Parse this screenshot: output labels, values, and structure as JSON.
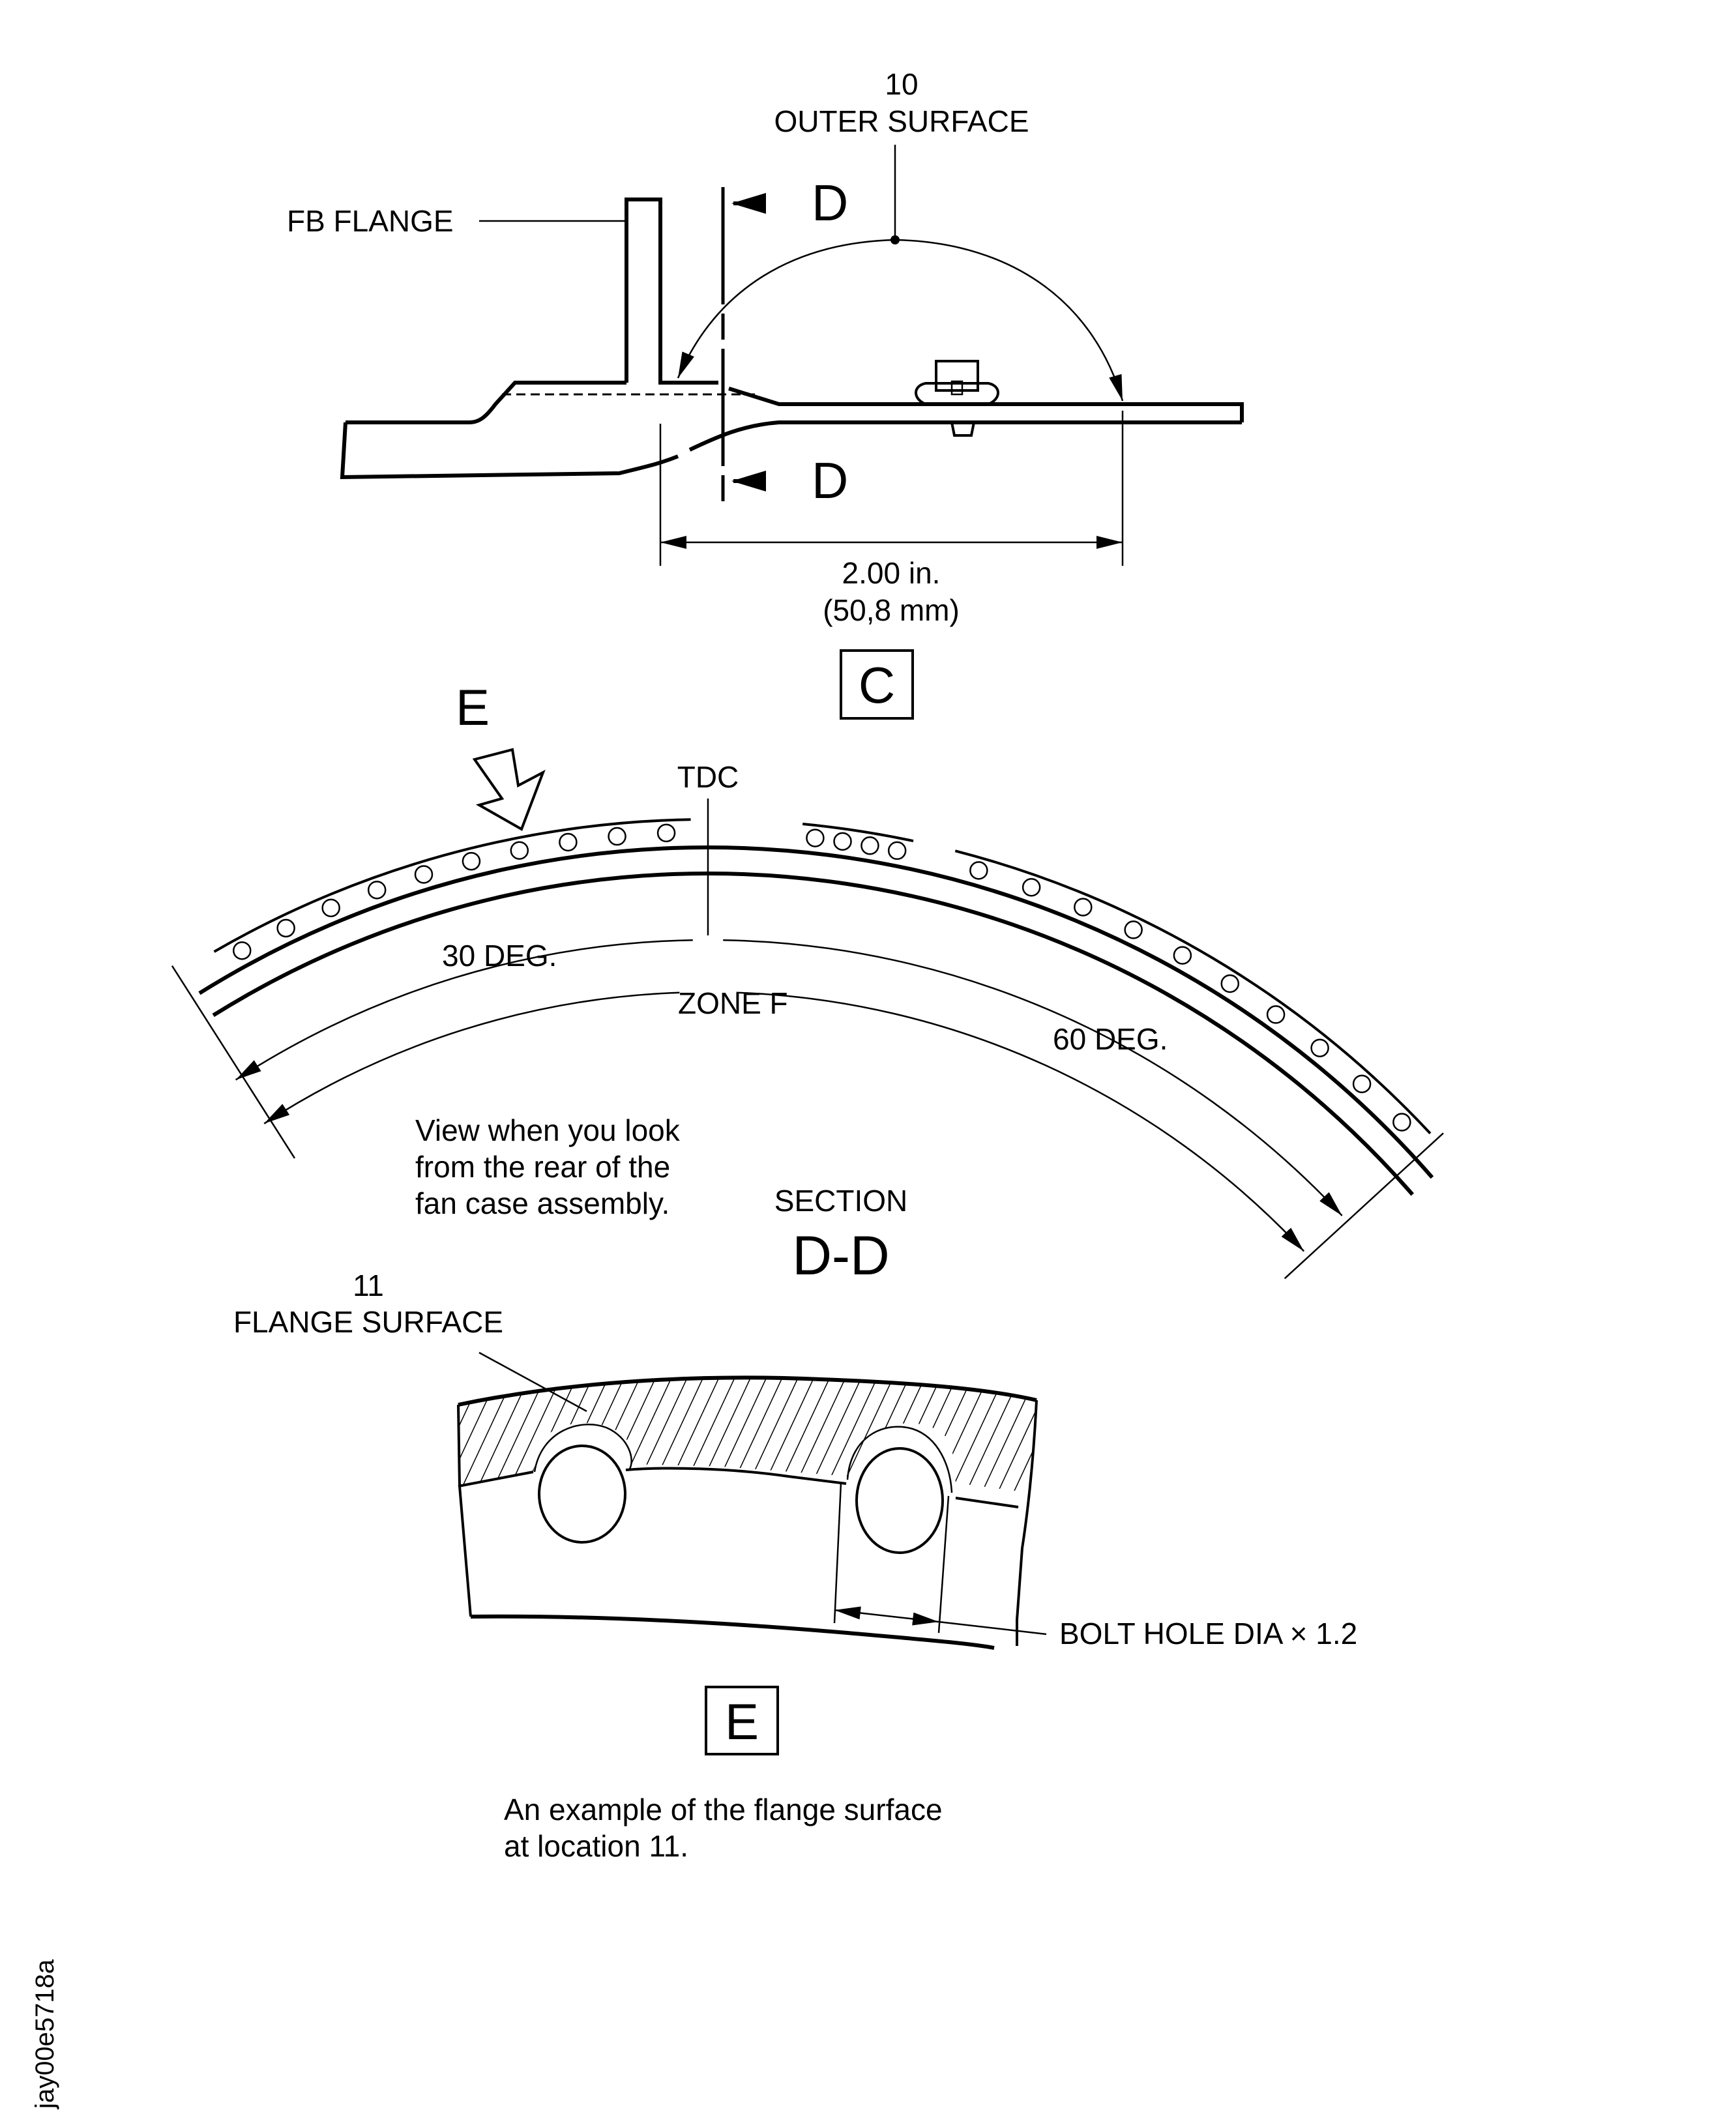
{
  "figure_id": "jay00e5718a",
  "view_c": {
    "item_number": "10",
    "item_label": "OUTER SURFACE",
    "fb_flange_label": "FB FLANGE",
    "section_marker": "D",
    "dimension_in": "2.00 in.",
    "dimension_mm": "(50,8 mm)",
    "view_label": "C"
  },
  "section_dd": {
    "view_arrow_label": "E",
    "tdc_label": "TDC",
    "angle_left_label": "30 DEG.",
    "zone_label": "ZONE F",
    "angle_right_label": "60 DEG.",
    "note_lines": [
      "View when you look",
      "from the rear of the",
      "fan case assembly."
    ],
    "section_title": "SECTION",
    "section_name": "D-D"
  },
  "view_e": {
    "item_number": "11",
    "item_label": "FLANGE SURFACE",
    "bolt_hole_label": "BOLT HOLE DIA × 1.2",
    "view_label": "E",
    "caption_lines": [
      "An example of the flange surface",
      "at location 11."
    ]
  }
}
